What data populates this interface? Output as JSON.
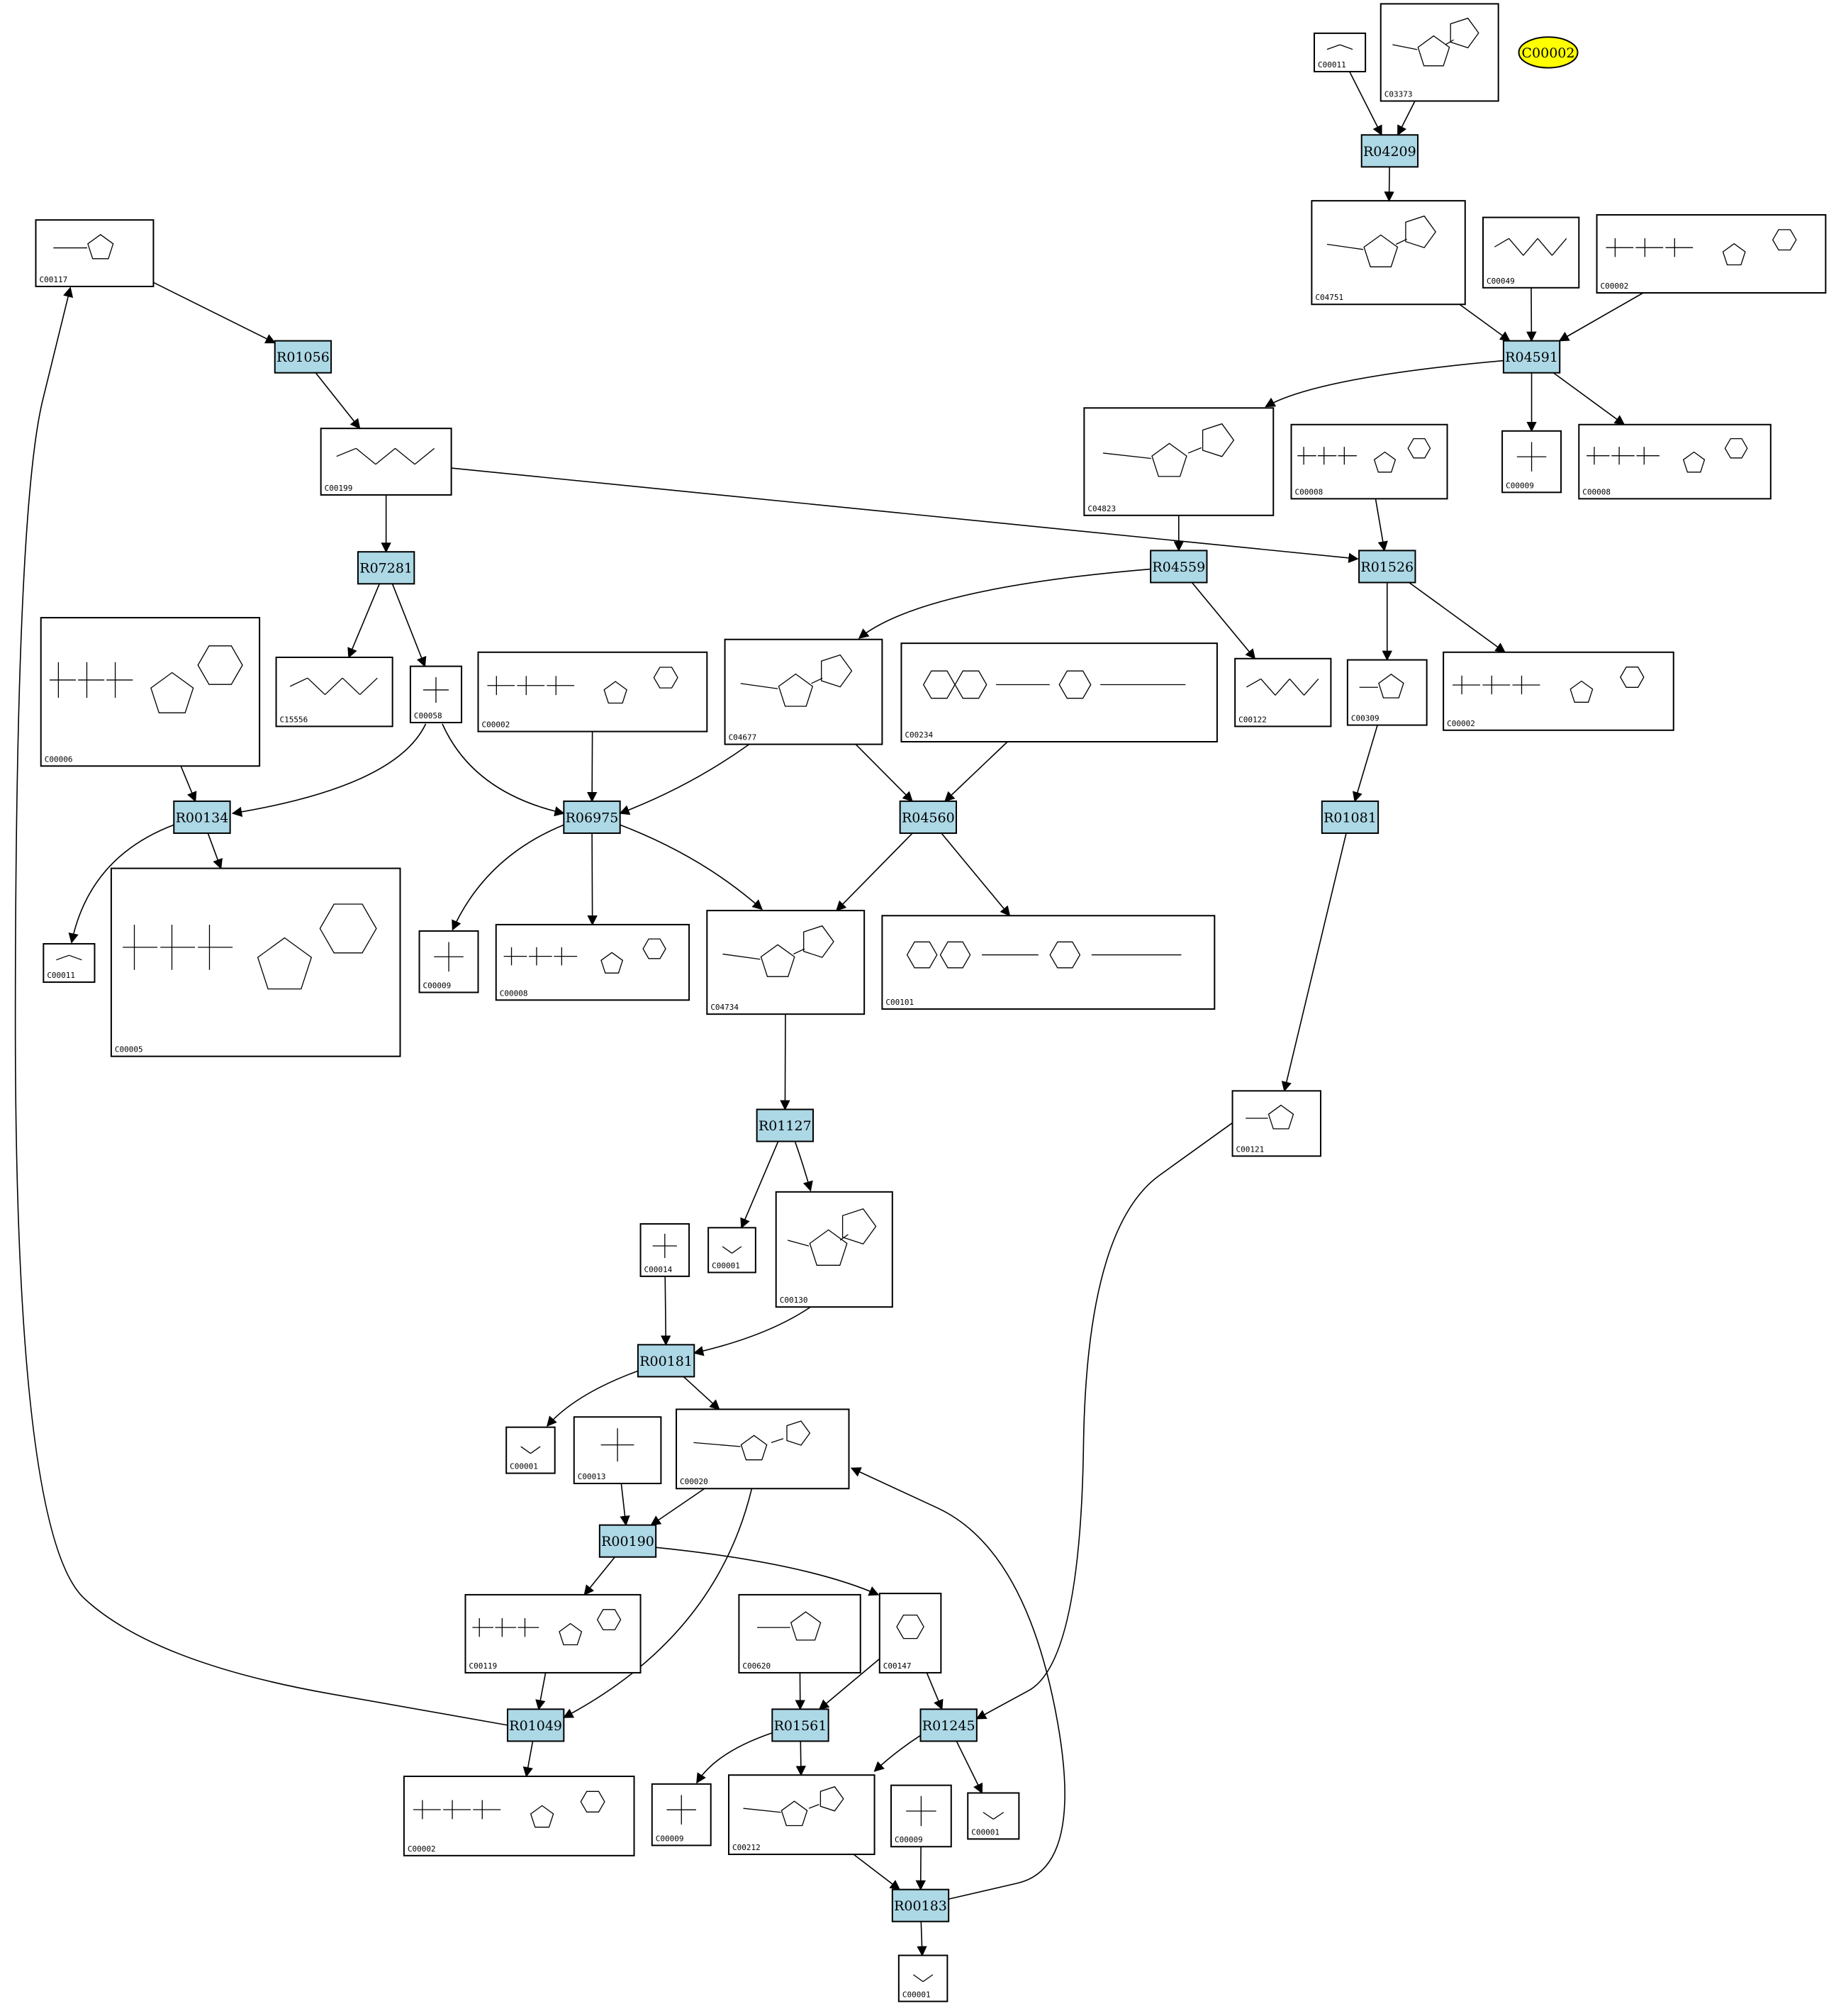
{
  "highlight": {
    "id": "C00002",
    "color": "#ffff00"
  },
  "colors": {
    "reaction_fill": "#add8e6",
    "compound_fill": "#ffffff",
    "line": "#000000"
  },
  "compounds": [
    {
      "key": "c_C00011_top",
      "label": "C00011"
    },
    {
      "key": "c_C03373",
      "label": "C03373"
    },
    {
      "key": "c_C04751",
      "label": "C04751"
    },
    {
      "key": "c_C00049",
      "label": "C00049"
    },
    {
      "key": "c_C00002_top",
      "label": "C00002"
    },
    {
      "key": "c_C00117",
      "label": "C00117"
    },
    {
      "key": "c_C00199",
      "label": "C00199"
    },
    {
      "key": "c_C04823",
      "label": "C04823"
    },
    {
      "key": "c_C00008a",
      "label": "C00008"
    },
    {
      "key": "c_C00009a",
      "label": "C00009"
    },
    {
      "key": "c_C00008b",
      "label": "C00008"
    },
    {
      "key": "c_C00006",
      "label": "C00006"
    },
    {
      "key": "c_C15556",
      "label": "C15556"
    },
    {
      "key": "c_C00058",
      "label": "C00058"
    },
    {
      "key": "c_C00002_mid",
      "label": "C00002"
    },
    {
      "key": "c_C04677",
      "label": "C04677"
    },
    {
      "key": "c_C00234",
      "label": "C00234"
    },
    {
      "key": "c_C00122",
      "label": "C00122"
    },
    {
      "key": "c_C00309",
      "label": "C00309"
    },
    {
      "key": "c_C00002_right",
      "label": "C00002"
    },
    {
      "key": "c_C00011_left",
      "label": "C00011"
    },
    {
      "key": "c_C00005",
      "label": "C00005"
    },
    {
      "key": "c_C00009b",
      "label": "C00009"
    },
    {
      "key": "c_C00008c",
      "label": "C00008"
    },
    {
      "key": "c_C04734",
      "label": "C04734"
    },
    {
      "key": "c_C00101",
      "label": "C00101"
    },
    {
      "key": "c_C00121",
      "label": "C00121"
    },
    {
      "key": "c_C00014",
      "label": "C00014"
    },
    {
      "key": "c_C00001a",
      "label": "C00001"
    },
    {
      "key": "c_C00130",
      "label": "C00130"
    },
    {
      "key": "c_C00001b",
      "label": "C00001"
    },
    {
      "key": "c_C00013",
      "label": "C00013"
    },
    {
      "key": "c_C00020",
      "label": "C00020"
    },
    {
      "key": "c_C00119",
      "label": "C00119"
    },
    {
      "key": "c_C00620",
      "label": "C00620"
    },
    {
      "key": "c_C00147",
      "label": "C00147"
    },
    {
      "key": "c_C00002_bottom",
      "label": "C00002"
    },
    {
      "key": "c_C00009c",
      "label": "C00009"
    },
    {
      "key": "c_C00212",
      "label": "C00212"
    },
    {
      "key": "c_C00009d",
      "label": "C00009"
    },
    {
      "key": "c_C00001c",
      "label": "C00001"
    },
    {
      "key": "c_C00001d",
      "label": "C00001"
    }
  ],
  "reactions": [
    {
      "key": "R04209",
      "label": "R04209"
    },
    {
      "key": "R04591",
      "label": "R04591"
    },
    {
      "key": "R01056",
      "label": "R01056"
    },
    {
      "key": "R07281",
      "label": "R07281"
    },
    {
      "key": "R04559",
      "label": "R04559"
    },
    {
      "key": "R01526",
      "label": "R01526"
    },
    {
      "key": "R00134",
      "label": "R00134"
    },
    {
      "key": "R06975",
      "label": "R06975"
    },
    {
      "key": "R04560",
      "label": "R04560"
    },
    {
      "key": "R01081",
      "label": "R01081"
    },
    {
      "key": "R01127",
      "label": "R01127"
    },
    {
      "key": "R00181",
      "label": "R00181"
    },
    {
      "key": "R00190",
      "label": "R00190"
    },
    {
      "key": "R01049",
      "label": "R01049"
    },
    {
      "key": "R01561",
      "label": "R01561"
    },
    {
      "key": "R01245",
      "label": "R01245"
    },
    {
      "key": "R00183",
      "label": "R00183"
    }
  ],
  "edges": [
    [
      "c_C00011_top",
      "R04209"
    ],
    [
      "c_C03373",
      "R04209"
    ],
    [
      "R04209",
      "c_C04751"
    ],
    [
      "c_C04751",
      "R04591"
    ],
    [
      "c_C00049",
      "R04591"
    ],
    [
      "c_C00002_top",
      "R04591"
    ],
    [
      "R04591",
      "c_C04823"
    ],
    [
      "R04591",
      "c_C00009a"
    ],
    [
      "R04591",
      "c_C00008b"
    ],
    [
      "c_C00117",
      "R01056"
    ],
    [
      "R01056",
      "c_C00199"
    ],
    [
      "c_C00199",
      "R07281"
    ],
    [
      "c_C00199",
      "R01526"
    ],
    [
      "c_C04823",
      "R04559"
    ],
    [
      "R04559",
      "c_C04677"
    ],
    [
      "R04559",
      "c_C00122"
    ],
    [
      "c_C00008a",
      "R01526"
    ],
    [
      "R01526",
      "c_C00309"
    ],
    [
      "R01526",
      "c_C00002_right"
    ],
    [
      "R07281",
      "c_C15556"
    ],
    [
      "R07281",
      "c_C00058"
    ],
    [
      "c_C00006",
      "R00134"
    ],
    [
      "c_C00058",
      "R00134"
    ],
    [
      "c_C00058",
      "R06975"
    ],
    [
      "c_C00002_mid",
      "R06975"
    ],
    [
      "c_C04677",
      "R06975"
    ],
    [
      "c_C04677",
      "R04560"
    ],
    [
      "c_C00234",
      "R04560"
    ],
    [
      "R00134",
      "c_C00011_left"
    ],
    [
      "R00134",
      "c_C00005"
    ],
    [
      "R06975",
      "c_C00009b"
    ],
    [
      "R06975",
      "c_C00008c"
    ],
    [
      "R06975",
      "c_C04734"
    ],
    [
      "R04560",
      "c_C04734"
    ],
    [
      "R04560",
      "c_C00101"
    ],
    [
      "c_C00309",
      "R01081"
    ],
    [
      "R01081",
      "c_C00121"
    ],
    [
      "c_C04734",
      "R01127"
    ],
    [
      "R01127",
      "c_C00001a"
    ],
    [
      "R01127",
      "c_C00130"
    ],
    [
      "c_C00014",
      "R00181"
    ],
    [
      "c_C00130",
      "R00181"
    ],
    [
      "R00181",
      "c_C00001b"
    ],
    [
      "R00181",
      "c_C00020"
    ],
    [
      "c_C00013",
      "R00190"
    ],
    [
      "c_C00020",
      "R00190"
    ],
    [
      "R00190",
      "c_C00119"
    ],
    [
      "R00190",
      "c_C00147"
    ],
    [
      "c_C00119",
      "R01049"
    ],
    [
      "c_C00020",
      "R01049"
    ],
    [
      "R01049",
      "c_C00117"
    ],
    [
      "R01049",
      "c_C00002_bottom"
    ],
    [
      "c_C00620",
      "R01561"
    ],
    [
      "c_C00147",
      "R01561"
    ],
    [
      "R01561",
      "c_C00009c"
    ],
    [
      "R01561",
      "c_C00212"
    ],
    [
      "c_C00147",
      "R01245"
    ],
    [
      "c_C00121",
      "R01245"
    ],
    [
      "R01245",
      "c_C00212"
    ],
    [
      "R01245",
      "c_C00001c"
    ],
    [
      "c_C00212",
      "R00183"
    ],
    [
      "c_C00009d",
      "R00183"
    ],
    [
      "R00183",
      "c_C00001d"
    ],
    [
      "R00183",
      "c_C00020"
    ]
  ]
}
